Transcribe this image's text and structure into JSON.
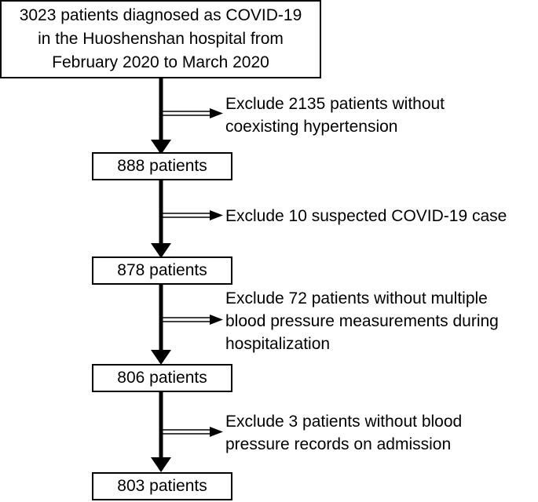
{
  "top_box": {
    "lines": [
      "3023 patients diagnosed as COVID-19",
      "in the Huoshenshan hospital from",
      "February 2020 to March 2020"
    ]
  },
  "steps": [
    {
      "count": "888 patients"
    },
    {
      "count": "878 patients"
    },
    {
      "count": "806 patients"
    },
    {
      "count": "803 patients"
    }
  ],
  "exclusions": [
    {
      "lines": [
        "Exclude 2135 patients without",
        "coexisting hypertension"
      ]
    },
    {
      "lines": [
        "Exclude 10 suspected COVID-19 case"
      ]
    },
    {
      "lines": [
        "Exclude 72 patients without multiple",
        "blood pressure measurements during",
        "hospitalization"
      ]
    },
    {
      "lines": [
        "Exclude 3 patients without blood",
        "pressure records on admission"
      ]
    }
  ],
  "colors": {
    "line": "#000000",
    "background": "#ffffff"
  }
}
